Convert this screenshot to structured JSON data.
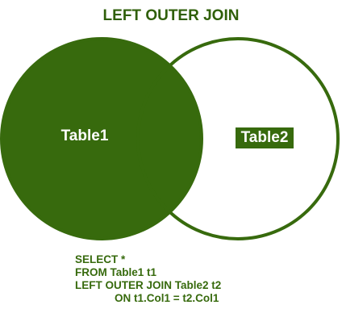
{
  "title": "LEFT OUTER JOIN",
  "colors": {
    "fill": "#376a0d",
    "stroke": "#376a0d",
    "title": "#2f5f09",
    "background": "#ffffff"
  },
  "venn": {
    "left_label": "Table1",
    "right_label": "Table2"
  },
  "sql": {
    "line1": "SELECT *",
    "line2": "FROM Table1 t1",
    "line3": "LEFT OUTER JOIN Table2 t2",
    "line4": "ON t1.Col1 = t2.Col1"
  }
}
